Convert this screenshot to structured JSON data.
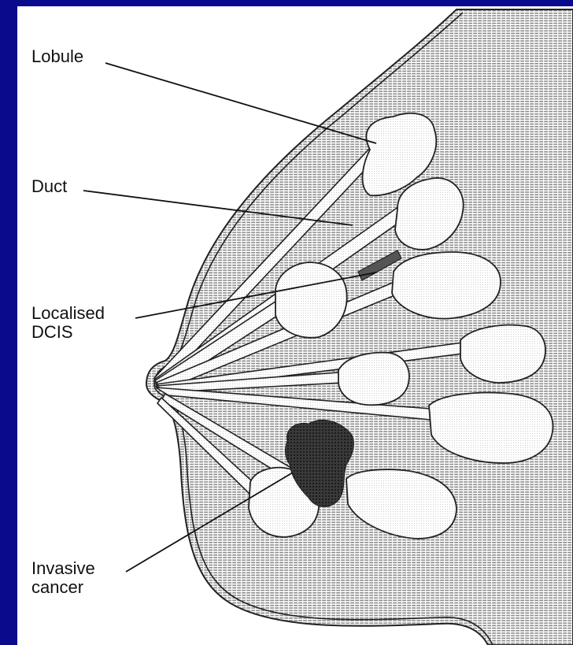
{
  "labels": {
    "lobule": "Lobule",
    "duct": "Duct",
    "localised_dcis": "Localised\nDCIS",
    "invasive_cancer": "Invasive\ncancer"
  },
  "colors": {
    "background": "#0a0a8c",
    "panel": "#ffffff",
    "tissue_hatch": "#8a8a8a",
    "outline": "#222222",
    "tumour": "#333333"
  }
}
